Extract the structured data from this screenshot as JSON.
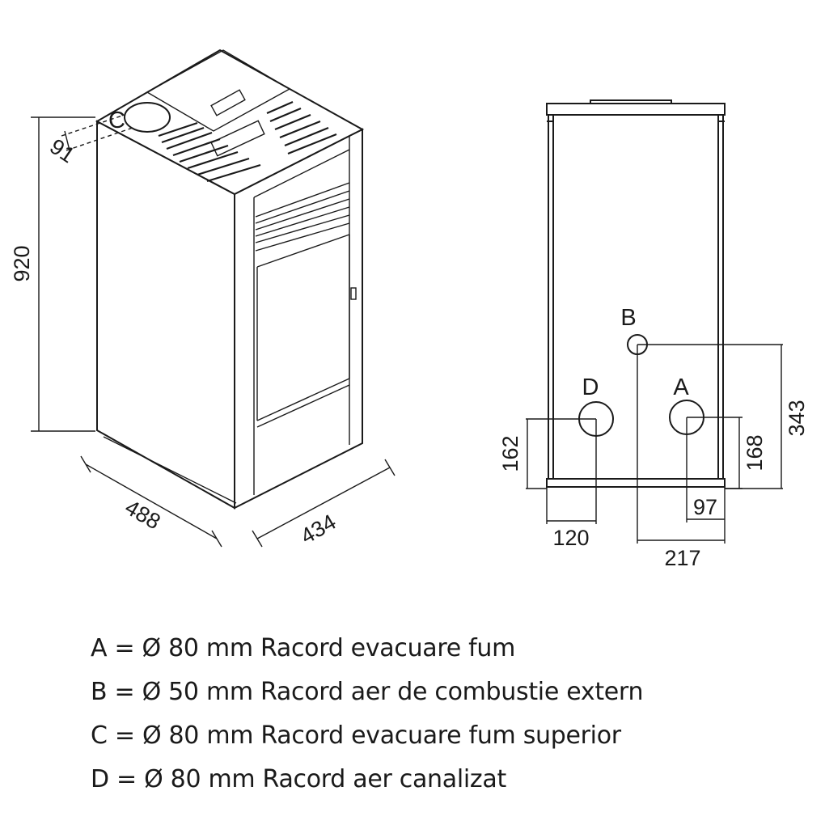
{
  "dimensions": {
    "height": "920",
    "depth": "488",
    "width": "434",
    "c_offset": "91",
    "d_height": "162",
    "a_height": "168",
    "b_height": "343",
    "d_from_edge": "120",
    "a_from_edge": "97",
    "b_from_edge": "217"
  },
  "connectors": {
    "a": "A",
    "b": "B",
    "c": "C",
    "d": "D"
  },
  "legend": [
    "A = Ø 80 mm Racord evacuare fum",
    "B = Ø 50 mm Racord aer de combustie extern",
    "C = Ø 80 mm Racord evacuare fum superior",
    "D = Ø 80 mm Racord aer canalizat"
  ]
}
